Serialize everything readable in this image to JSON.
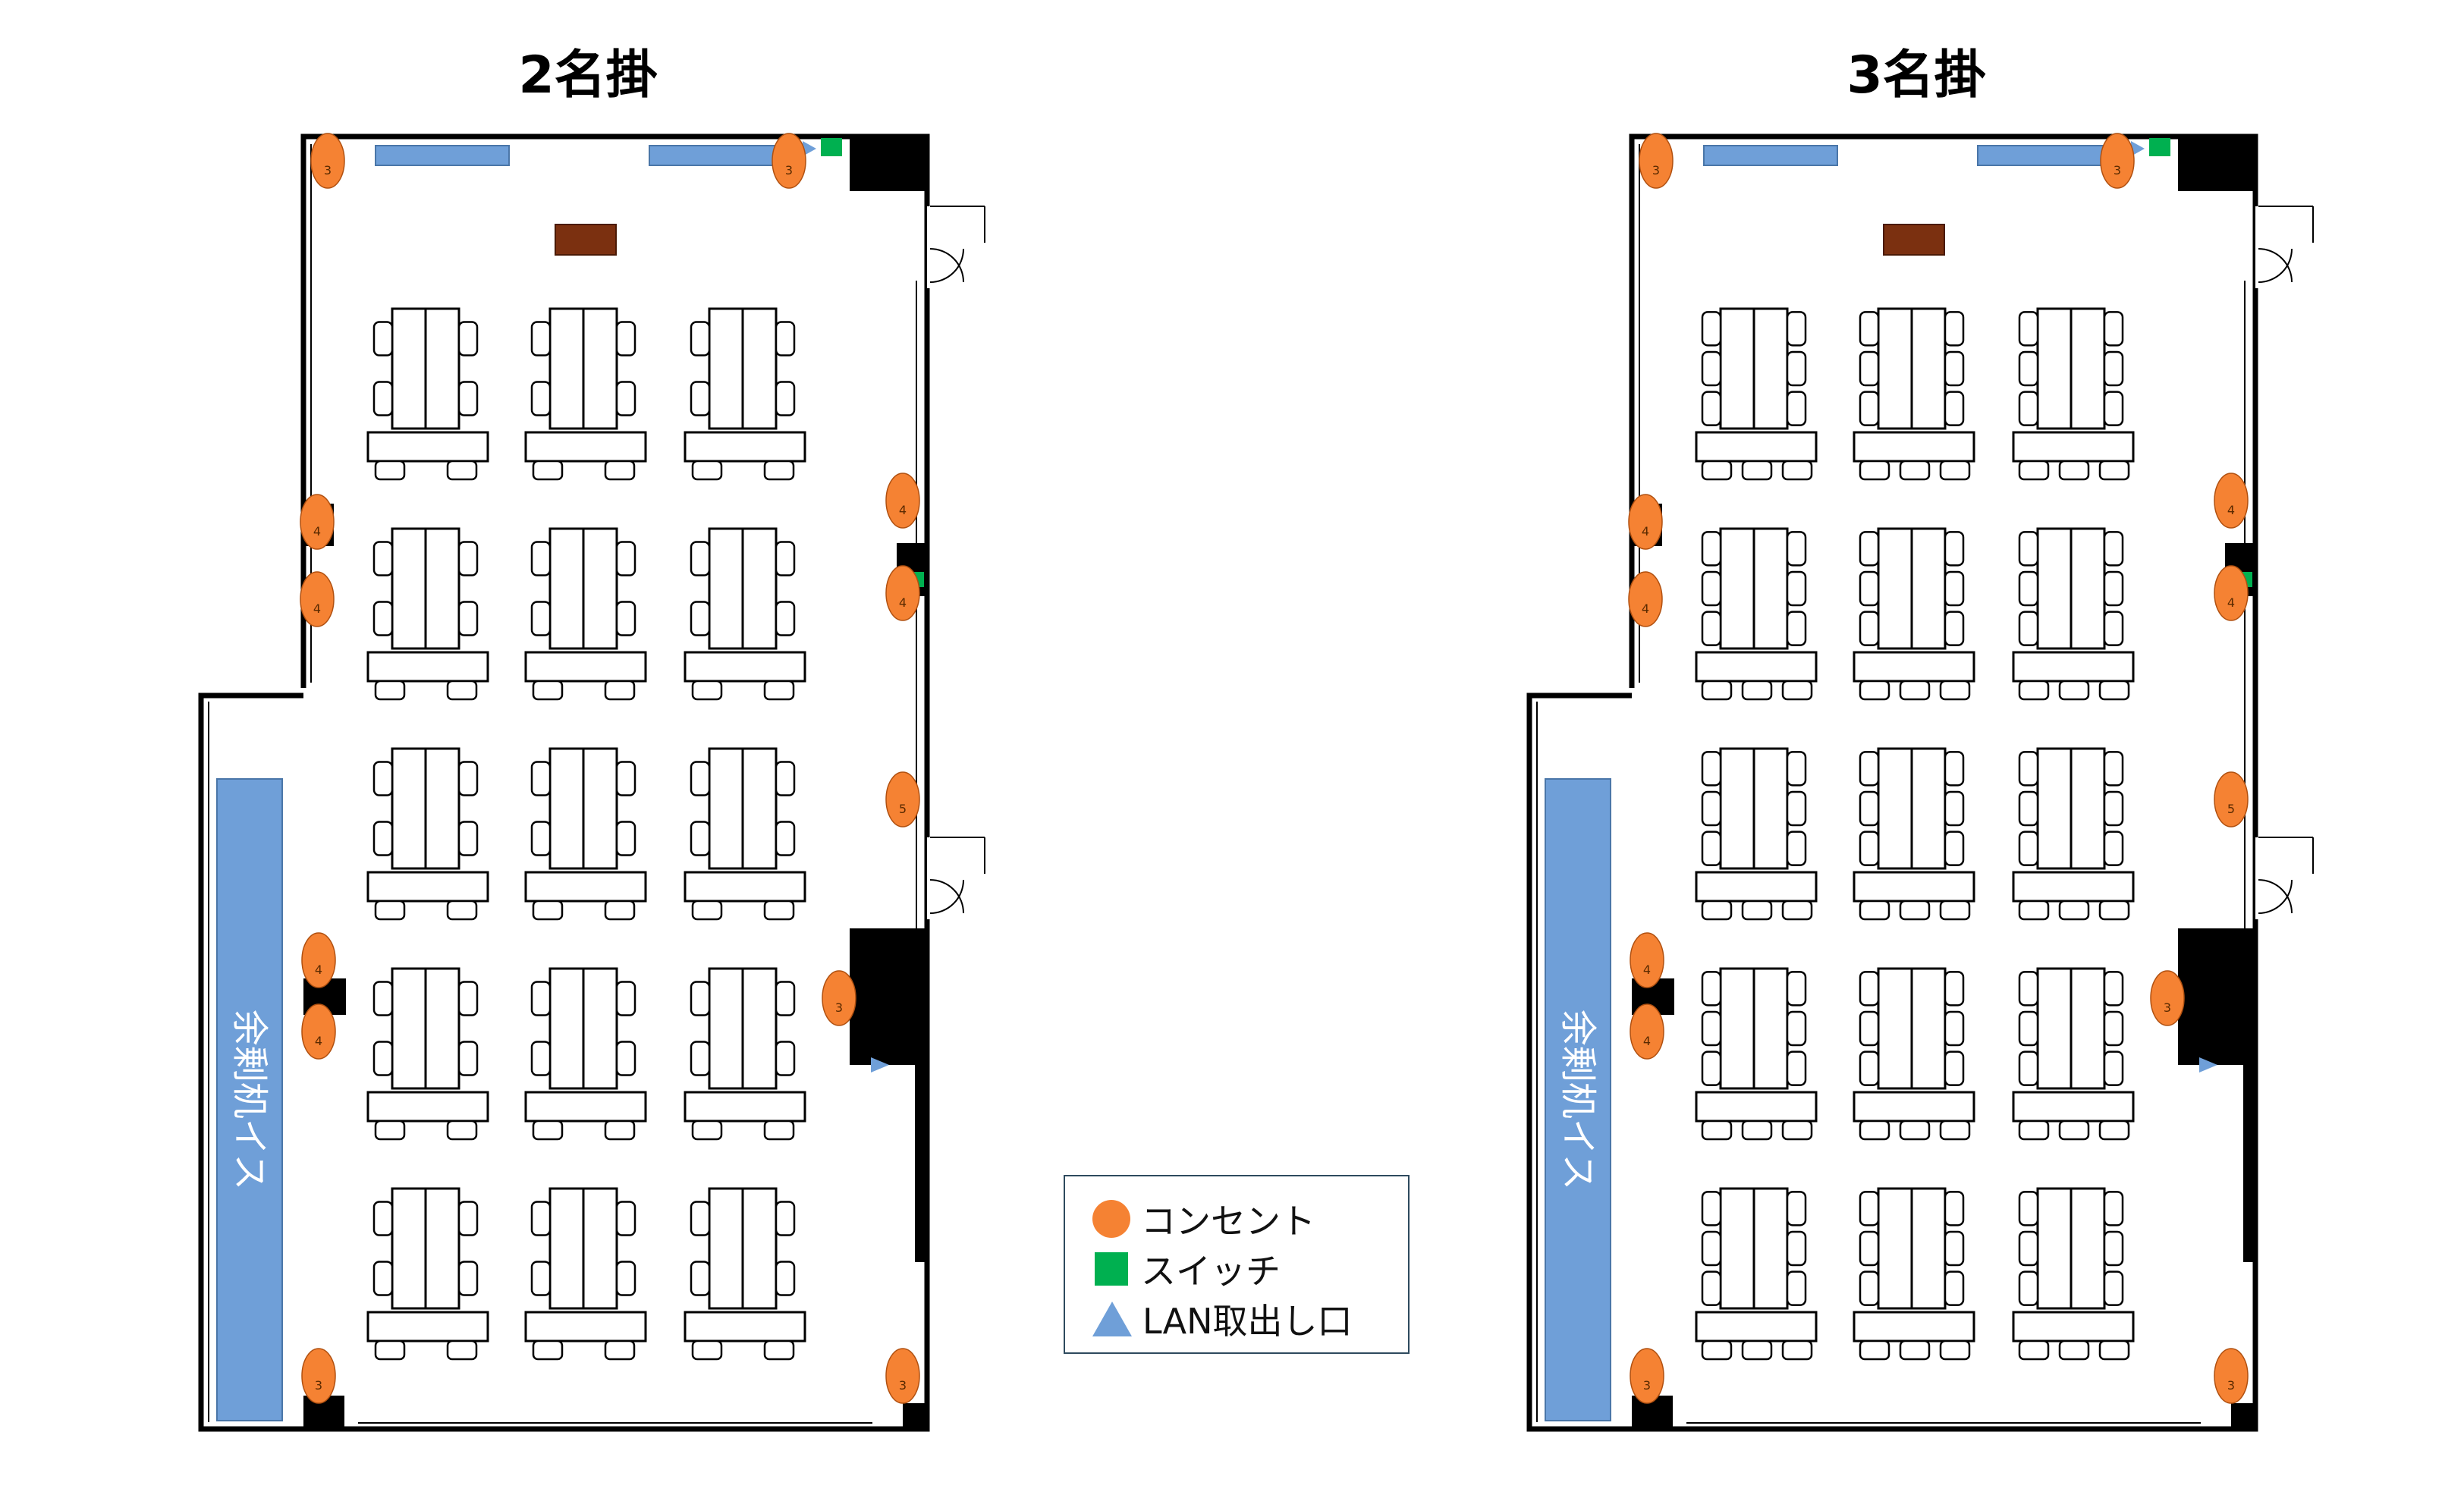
{
  "plans": [
    {
      "title": "2名掛",
      "seats_per_side": 2
    },
    {
      "title": "3名掛",
      "seats_per_side": 3
    }
  ],
  "spare_area_label": "余剰机イス",
  "outlet_labels": [
    "3",
    "3",
    "4",
    "4",
    "4",
    "4",
    "5",
    "4",
    "4",
    "3",
    "3",
    "3"
  ],
  "legend": {
    "outlet": "コンセント",
    "switch": "スイッチ",
    "lan": "LAN取出し口"
  },
  "colors": {
    "outlet": "#f58233",
    "switch": "#00b050",
    "lan": "#6f9fd8",
    "window_panel": "#6f9fd8",
    "spare_area": "#6f9fd8",
    "lectern": "#7b3010",
    "wall": "#000000"
  }
}
